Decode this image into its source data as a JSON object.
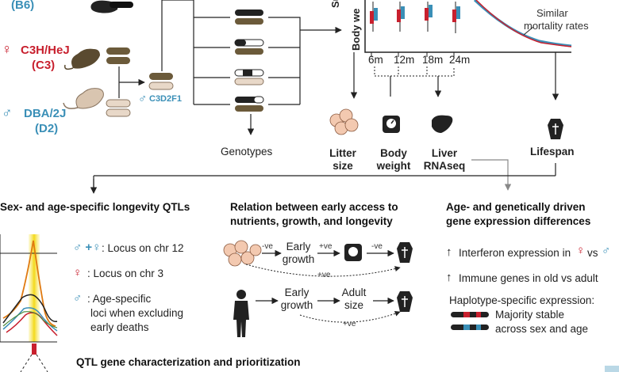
{
  "strains": {
    "b6": "(B6)",
    "c3_name": "C3H/HeJ",
    "c3_abbr": "(C3)",
    "d2_name": "DBA/2J",
    "d2_abbr": "(D2)",
    "f1": "C3D2F1",
    "female_symbol": "♀",
    "male_symbol": "♂"
  },
  "survival_plot": {
    "ylabel": "Body we",
    "ylabel_top": "Su",
    "timepoints": [
      "6m",
      "12m",
      "18m",
      "24m"
    ],
    "annotation": [
      "Similar",
      "mortality rates"
    ]
  },
  "outputs": {
    "genotypes": "Genotypes",
    "litter": [
      "Litter",
      "size"
    ],
    "body_weight": [
      "Body",
      "weight"
    ],
    "liver": [
      "Liver",
      "RNAseq"
    ],
    "lifespan": "Lifespan"
  },
  "panel_qtl": {
    "title": "Sex- and age-specific longevity QTLs",
    "items": [
      {
        "sym": "♂ +♀",
        "text": ": Locus on chr 12"
      },
      {
        "sym": "♀",
        "text": ": Locus on chr 3"
      },
      {
        "sym": "♂",
        "text": ": Age-specific",
        "more": [
          "loci when excluding",
          "early deaths"
        ]
      }
    ],
    "footer": "QTL gene characterization and prioritization"
  },
  "panel_nutrition": {
    "title": [
      "Relation between early access to",
      "nutrients, growth, and longevity"
    ],
    "row1": {
      "neg1": "-ve",
      "node": [
        "Early",
        "growth"
      ],
      "pos": "+ve",
      "neg2": "-ve",
      "bottom": "+ve"
    },
    "row2": {
      "node1": [
        "Early",
        "growth"
      ],
      "node2": [
        "Adult",
        "size"
      ],
      "bottom": "+ve"
    }
  },
  "panel_expression": {
    "title": [
      "Age- and genetically driven",
      "gene expression differences"
    ],
    "arrow": "↑",
    "line1": {
      "text": "Interferon expression in",
      "vs": "vs"
    },
    "line2": "Immune genes in old vs adult",
    "line3": "Haplotype-specific expression:",
    "line4": [
      "Majority stable",
      "across sex and age"
    ]
  },
  "colors": {
    "blue": "#3a8fb7",
    "red": "#c8202e",
    "brown": "#6b5a3a",
    "accent_yellow": "#f2d400"
  }
}
